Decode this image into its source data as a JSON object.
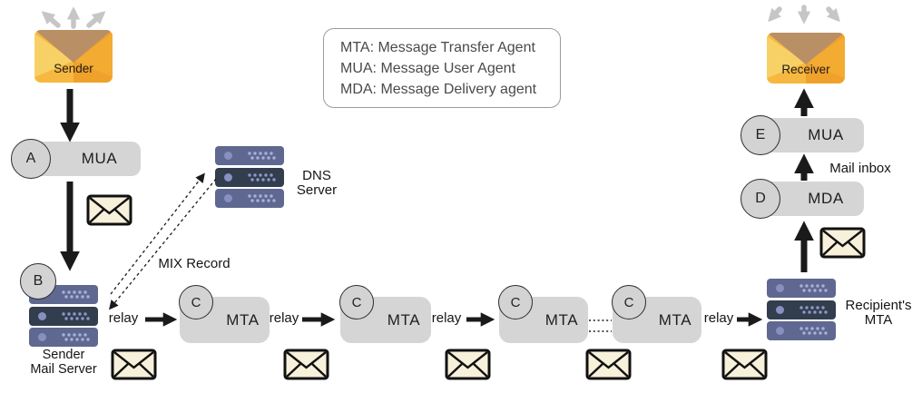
{
  "legend": {
    "lines": [
      "MTA: Message Transfer Agent",
      "MUA: Message User Agent",
      "MDA: Message Delivery agent"
    ]
  },
  "endpoints": {
    "sender": {
      "label": "Sender"
    },
    "receiver": {
      "label": "Receiver"
    }
  },
  "agents": {
    "sender_mua": {
      "badge": "A",
      "label": "MUA"
    },
    "sender_mail_server": {
      "badge": "B",
      "label_line1": "Sender",
      "label_line2": "Mail Server"
    },
    "recipient_mda": {
      "badge": "D",
      "label": "MDA"
    },
    "recipient_mua": {
      "badge": "E",
      "label": "MUA"
    },
    "recipient_mta": {
      "label_line1": "Recipient's",
      "label_line2": "MTA"
    }
  },
  "dns": {
    "label_line1": "DNS",
    "label_line2": "Server",
    "record_label": "MIX Record"
  },
  "relay_label": "relay",
  "mail_inbox_label": "Mail inbox",
  "mta_chain": [
    {
      "badge": "C",
      "label": "MTA"
    },
    {
      "badge": "C",
      "label": "MTA"
    },
    {
      "badge": "C",
      "label": "MTA"
    },
    {
      "badge": "C",
      "label": "MTA"
    }
  ],
  "colors": {
    "agent_box_gray": "#d5d5d5",
    "server_slate": "#5f6890",
    "server_dark": "#323d4e",
    "server_dot": "#a8b0da",
    "message_cream": "#f7f0da",
    "envelope_orange": "#f0a12b",
    "envelope_yellow": "#f8d166",
    "envelope_flap_tan": "#b98f66",
    "broadcast_arrow_gray": "#c6c6c6",
    "arrow_black": "#1a1a1a"
  }
}
